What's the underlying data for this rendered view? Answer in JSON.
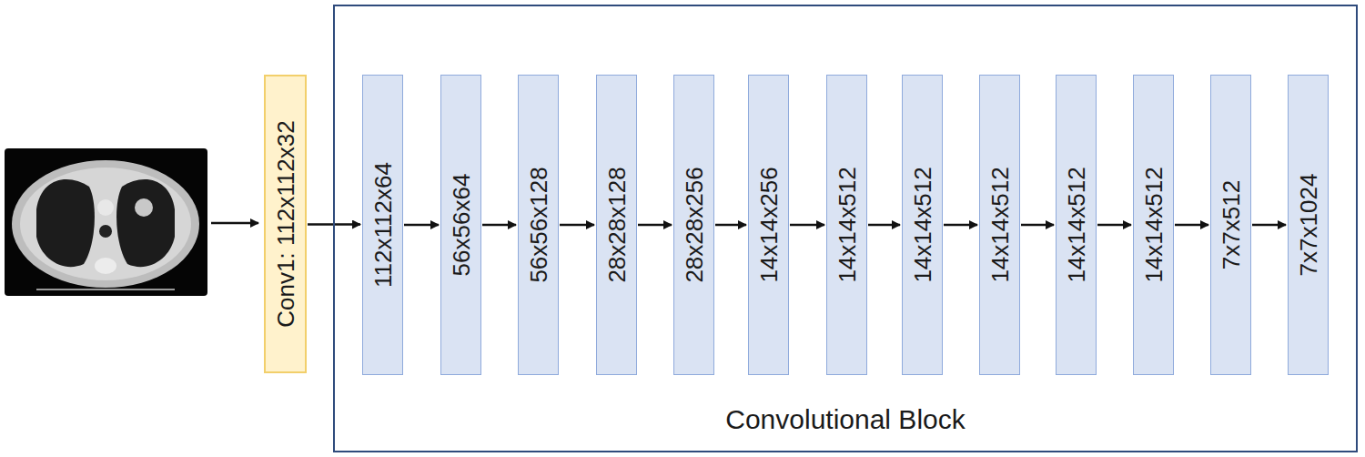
{
  "diagram": {
    "nodes": [
      {
        "text": [
          "Conv1: 112x112x32"
        ]
      },
      {
        "text": [
          "Convolutional Block"
        ]
      },
      {
        "text": [
          "112x112x64"
        ],
        "in": 1
      },
      {
        "text": [
          "56x56x64"
        ],
        "in": 1
      },
      {
        "text": [
          "56x56x128"
        ],
        "in": 1
      },
      {
        "text": [
          "28x28x128"
        ],
        "in": 1
      },
      {
        "text": [
          "28x28x256"
        ],
        "in": 1
      },
      {
        "text": [
          "14x14x256"
        ],
        "in": 1
      },
      {
        "text": [
          "14x14x512"
        ],
        "in": 1
      },
      {
        "text": [
          "14x14x512"
        ],
        "in": 1
      },
      {
        "text": [
          "14x14x512"
        ],
        "in": 1
      },
      {
        "text": [
          "14x14x512"
        ],
        "in": 1
      },
      {
        "text": [
          "14x14x512"
        ],
        "in": 1
      },
      {
        "text": [
          "7x7x512"
        ],
        "in": 1
      },
      {
        "text": [
          "7x7x1024"
        ],
        "in": 1
      }
    ],
    "edges": [
      {
        "from": 0,
        "to": 2,
        "arrow": "to"
      },
      {
        "from": 2,
        "to": 3,
        "arrow": "to"
      },
      {
        "from": 3,
        "to": 4,
        "arrow": "to"
      },
      {
        "from": 4,
        "to": 5,
        "arrow": "to"
      },
      {
        "from": 5,
        "to": 6,
        "arrow": "to"
      },
      {
        "from": 6,
        "to": 7,
        "arrow": "to"
      },
      {
        "from": 7,
        "to": 8,
        "arrow": "to"
      },
      {
        "from": 8,
        "to": 9,
        "arrow": "to"
      },
      {
        "from": 9,
        "to": 10,
        "arrow": "to"
      },
      {
        "from": 10,
        "to": 11,
        "arrow": "to"
      },
      {
        "from": 11,
        "to": 12,
        "arrow": "to"
      },
      {
        "from": 12,
        "to": 13,
        "arrow": "to"
      },
      {
        "from": 13,
        "to": 14,
        "arrow": "to"
      }
    ]
  }
}
